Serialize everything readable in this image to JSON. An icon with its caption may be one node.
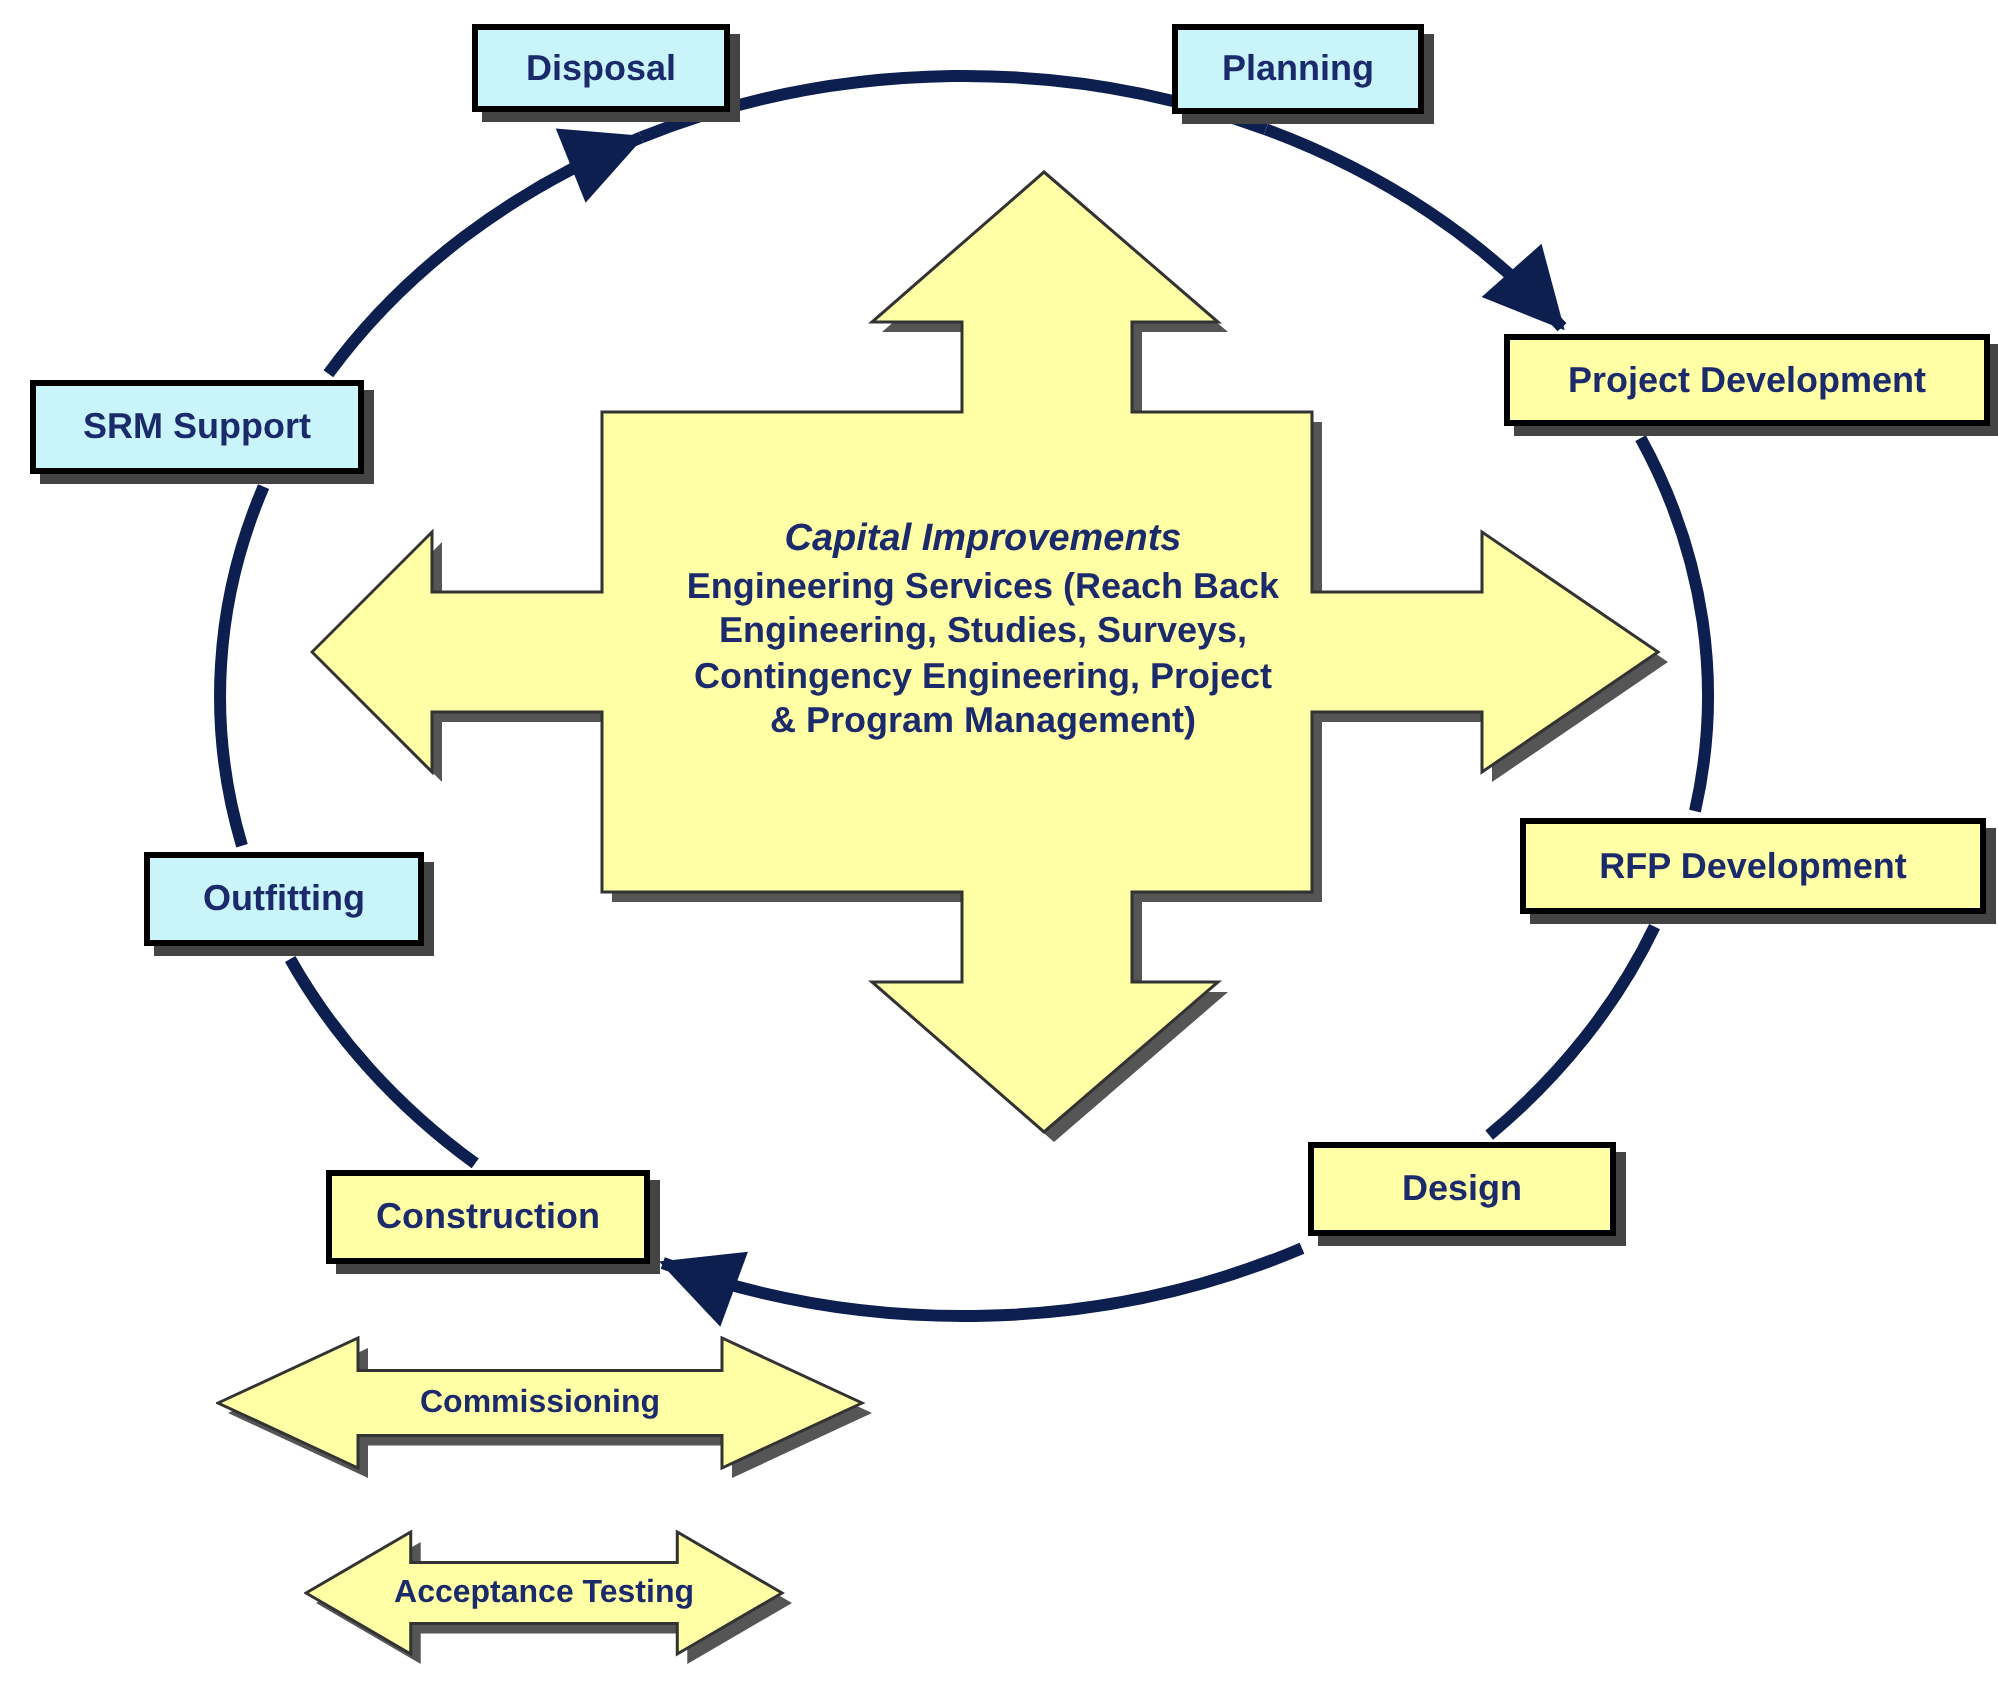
{
  "diagram": {
    "nodes": [
      {
        "text": [
          "Disposal"
        ]
      },
      {
        "text": [
          "Planning"
        ]
      },
      {
        "text": [
          "SRM Support"
        ]
      },
      {
        "text": [
          "Project Development"
        ]
      },
      {
        "text": [
          "Capital Improvements",
          "Engineering Services (Reach Back Engineering, Studies, Surveys, Contingency Engineering, Project & Program Management)"
        ]
      },
      {
        "text": [
          "RFP Development"
        ]
      },
      {
        "text": [
          "Outfitting"
        ]
      },
      {
        "text": [
          "Design"
        ]
      },
      {
        "text": [
          "Construction"
        ]
      },
      {
        "text": [
          "Commissioning"
        ]
      },
      {
        "text": [
          "Acceptance Testing"
        ]
      }
    ],
    "edges": [
      {
        "from": 1,
        "to": 3,
        "arrow": "to"
      },
      {
        "from": 3,
        "to": 5,
        "arrow": "none"
      },
      {
        "from": 5,
        "to": 7,
        "arrow": "none"
      },
      {
        "from": 7,
        "to": 8,
        "arrow": "to"
      },
      {
        "from": 8,
        "to": 6,
        "arrow": "none"
      },
      {
        "from": 6,
        "to": 2,
        "arrow": "none"
      },
      {
        "from": 2,
        "to": 0,
        "arrow": "to"
      },
      {
        "from": 0,
        "to": 1,
        "arrow": "none"
      }
    ]
  }
}
